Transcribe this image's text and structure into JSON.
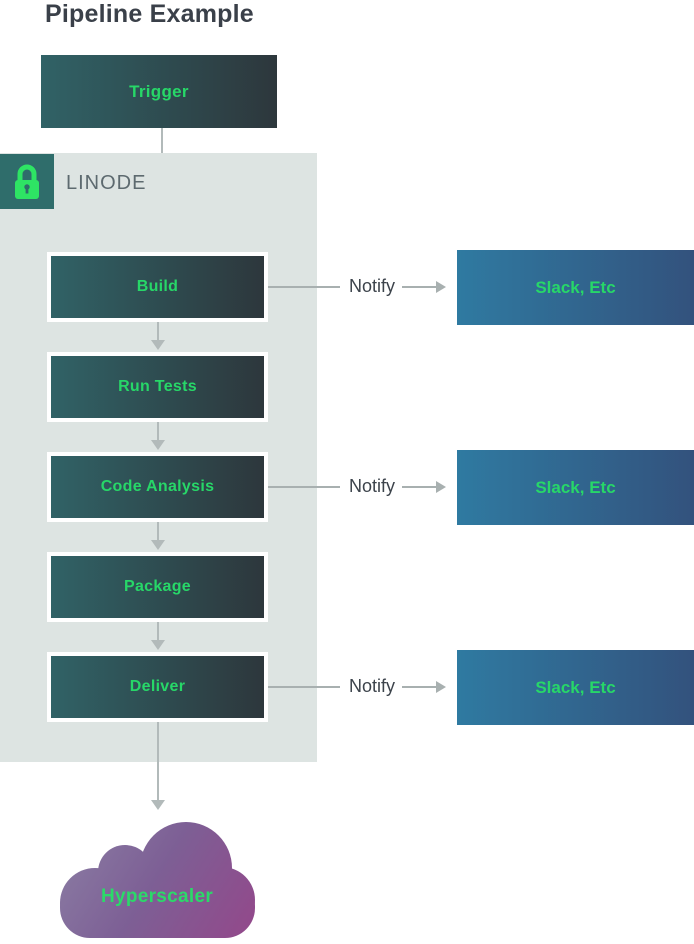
{
  "title": "Pipeline Example",
  "trigger": {
    "label": "Trigger"
  },
  "zone": {
    "label": "LINODE",
    "icon": "lock-icon"
  },
  "pipeline": {
    "steps": [
      {
        "label": "Build",
        "notify": true
      },
      {
        "label": "Run Tests",
        "notify": false
      },
      {
        "label": "Code Analysis",
        "notify": true
      },
      {
        "label": "Package",
        "notify": false
      },
      {
        "label": "Deliver",
        "notify": true
      }
    ]
  },
  "notify": {
    "label": "Notify",
    "target": "Slack, Etc"
  },
  "cloud": {
    "label": "Hyperscaler"
  },
  "colors": {
    "accent_green": "#27d768",
    "step_gradient": [
      "#306266",
      "#2d373c"
    ],
    "slack_gradient": [
      "#2f7aa1",
      "#33527d"
    ],
    "cloud_gradient": [
      "#8d82a6",
      "#7d5f95",
      "#94478a"
    ],
    "zone_background": "#dde4e2",
    "lock_badge_background": "#2f6d6b",
    "arrow_gray": "#b2baba",
    "title_text": "#3a4049",
    "zone_label_text": "#5d6a6f"
  }
}
